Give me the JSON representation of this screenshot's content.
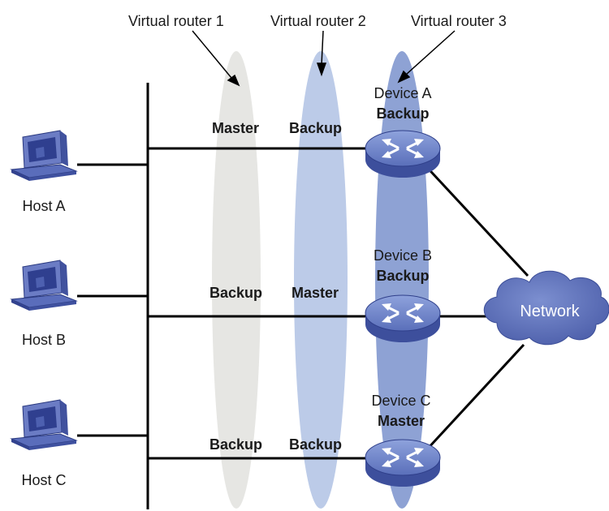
{
  "virtual_routers": [
    {
      "label": "Virtual router 1"
    },
    {
      "label": "Virtual router 2"
    },
    {
      "label": "Virtual router 3"
    }
  ],
  "hosts": [
    {
      "name": "Host A"
    },
    {
      "name": "Host B"
    },
    {
      "name": "Host C"
    }
  ],
  "devices": [
    {
      "name": "Device A",
      "role": "Backup"
    },
    {
      "name": "Device B",
      "role": "Backup"
    },
    {
      "name": "Device C",
      "role": "Master"
    }
  ],
  "roles": {
    "row_a": {
      "vr1": "Master",
      "vr2": "Backup"
    },
    "row_b": {
      "vr1": "Backup",
      "vr2": "Master"
    },
    "row_c": {
      "vr1": "Backup",
      "vr2": "Backup"
    }
  },
  "network": {
    "label": "Network"
  },
  "colors": {
    "vr1_fill": "#e6e6e3",
    "vr2_fill": "#bccbe8",
    "vr3_fill": "#8ea2d4",
    "device_body": "#4a5ca8",
    "device_top": "#6f84c8",
    "cloud_fill": "#5468b0",
    "host_screen": "#2f3f8f",
    "line": "#000000"
  }
}
